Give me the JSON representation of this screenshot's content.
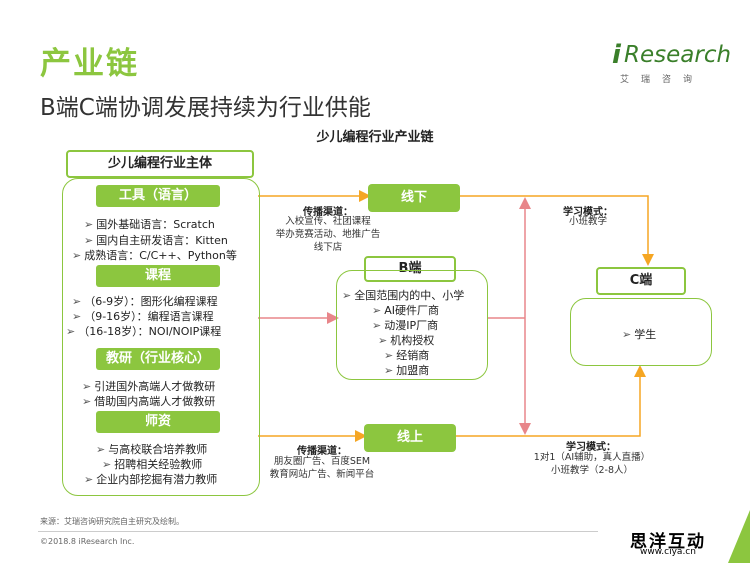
{
  "header": {
    "title": "产业链",
    "subtitle": "B端C端协调发展持续为行业供能",
    "logo_word": "Research",
    "logo_i": "i",
    "logo_cn": "艾瑞咨询"
  },
  "diagram": {
    "title": "少儿编程行业产业链",
    "left_panel": {
      "heading": "少儿编程行业主体",
      "groups": [
        {
          "label": "工具（语言）",
          "items": [
            "国外基础语言：Scratch",
            "国内自主研发语言：Kitten",
            "成熟语言：C/C++、Python等"
          ]
        },
        {
          "label": "课程",
          "items": [
            "（6-9岁）：图形化编程课程",
            "（9-16岁）：编程语言课程",
            "（16-18岁）：NOI/NOIP课程"
          ]
        },
        {
          "label": "教研（行业核心）",
          "items": [
            "引进国外高端人才做教研",
            "借助国内高端人才做教研"
          ]
        },
        {
          "label": "师资",
          "items": [
            "与高校联合培养教师",
            "招聘相关经验教师",
            "企业内部挖掘有潜力教师"
          ]
        }
      ]
    },
    "offline": {
      "label": "线下",
      "channel_caption": "传播渠道：",
      "channel_lines": [
        "入校宣传、社团课程",
        "举办竞赛活动、地推广告",
        "线下店"
      ],
      "mode_caption": "学习模式：",
      "mode_lines": [
        "小班教学"
      ]
    },
    "online": {
      "label": "线上",
      "channel_caption": "传播渠道：",
      "channel_lines": [
        "朋友圈广告、百度SEM",
        "教育网站广告、新闻平台"
      ],
      "mode_caption": "学习模式：",
      "mode_lines": [
        "1对1（AI辅助，真人直播）",
        "小班教学（2-8人）"
      ]
    },
    "b_end": {
      "label": "B端",
      "items": [
        "全国范围内的中、小学",
        "AI硬件厂商",
        "动漫IP厂商",
        "机构授权",
        "经销商",
        "加盟商"
      ]
    },
    "c_end": {
      "label": "C端",
      "items": [
        "学生"
      ]
    }
  },
  "footer": {
    "source": "来源：艾瑞咨询研究院自主研究及绘制。",
    "copyright": "©2018.8 iResearch Inc.",
    "watermark_cn": "思洋互动",
    "watermark_url": "www.ciya.cn"
  },
  "colors": {
    "accent": "#8cc63f",
    "arrow_orange": "#f5a623",
    "arrow_red": "#e8868a"
  }
}
